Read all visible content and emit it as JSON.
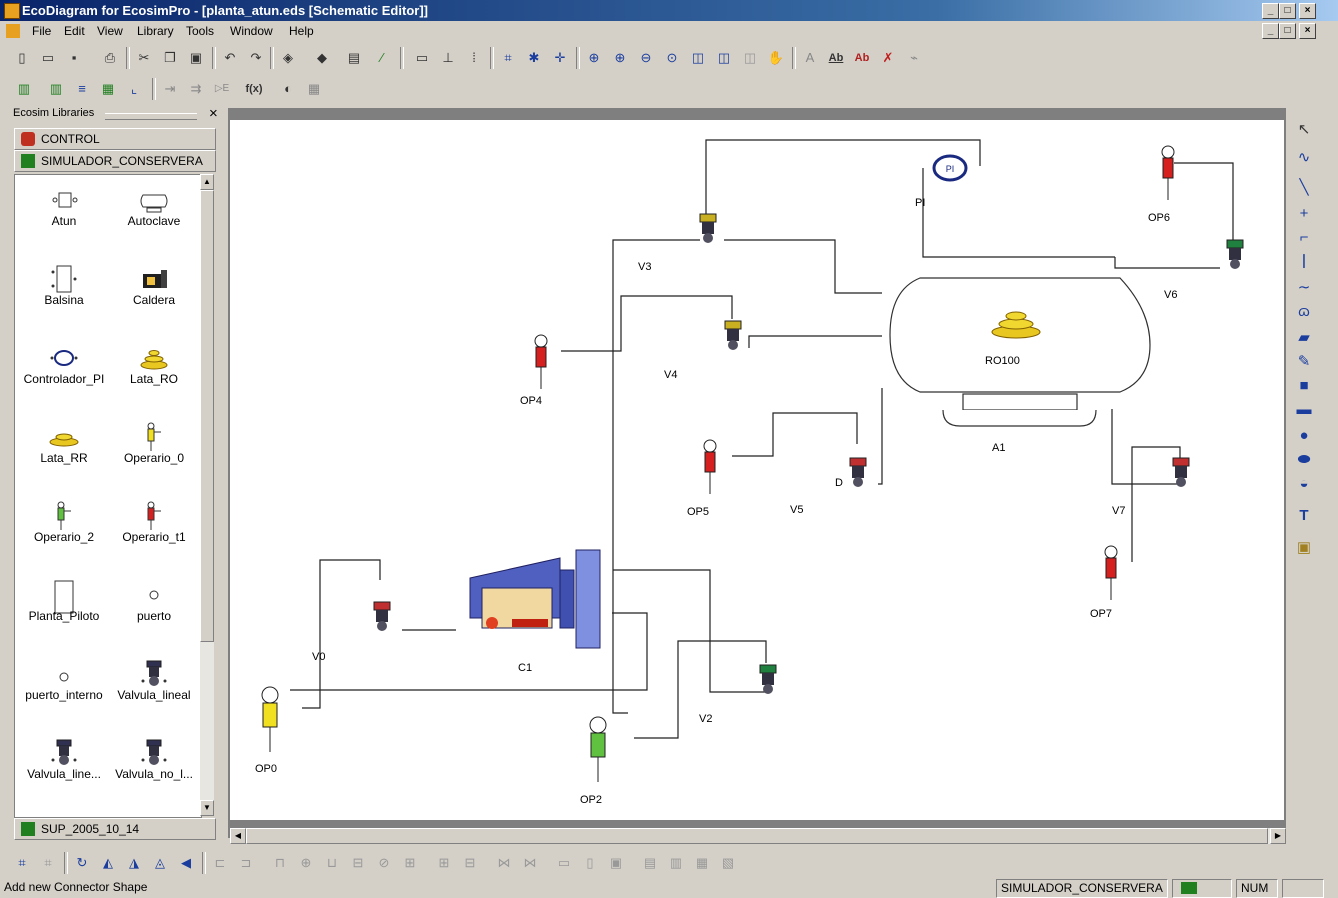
{
  "window": {
    "title": "EcoDiagram for EcosimPro - [planta_atun.eds [Schematic Editor]]",
    "min_glyph": "_",
    "max_glyph": "□",
    "close_glyph": "×"
  },
  "menu": [
    "File",
    "Edit",
    "View",
    "Library",
    "Tools",
    "Window",
    "Help"
  ],
  "library_panel": {
    "title": "Ecosim Libraries",
    "close_glyph": "×",
    "headers": [
      "CONTROL",
      "SIMULADOR_CONSERVERA"
    ],
    "footer": "SUP_2005_10_14",
    "items": [
      {
        "name": "Atun",
        "icon": "port-box-icon"
      },
      {
        "name": "Autoclave",
        "icon": "autoclave-icon"
      },
      {
        "name": "Balsina",
        "icon": "tank-icon"
      },
      {
        "name": "Caldera",
        "icon": "boiler-icon"
      },
      {
        "name": "Controlador_PI",
        "icon": "pi-controller-icon"
      },
      {
        "name": "Lata_RO",
        "icon": "cans-icon"
      },
      {
        "name": "Lata_RR",
        "icon": "cans-flat-icon"
      },
      {
        "name": "Operario_0",
        "icon": "operator-yellow-icon"
      },
      {
        "name": "Operario_2",
        "icon": "operator-green-icon"
      },
      {
        "name": "Operario_t1",
        "icon": "operator-red-icon"
      },
      {
        "name": "Planta_Piloto",
        "icon": "plant-box-icon"
      },
      {
        "name": "puerto",
        "icon": "port-icon"
      },
      {
        "name": "puerto_interno",
        "icon": "internal-port-icon"
      },
      {
        "name": "Valvula_lineal",
        "icon": "valve-icon"
      },
      {
        "name": "Valvula_line...",
        "icon": "valve-icon"
      },
      {
        "name": "Valvula_no_l...",
        "icon": "valve-icon"
      }
    ]
  },
  "diagram": {
    "labels": {
      "pi": "PI",
      "pi_name": "PI",
      "op6": "OP6",
      "v3": "V3",
      "v6": "V6",
      "ro100": "RO100",
      "op4": "OP4",
      "v4": "V4",
      "a1": "A1",
      "op5": "OP5",
      "v5": "V5",
      "d": "D",
      "v7": "V7",
      "op7": "OP7",
      "v0": "V0",
      "c1": "C1",
      "v2": "V2",
      "op0": "OP0",
      "op2": "OP2"
    }
  },
  "status": {
    "message": "Add new Connector Shape",
    "library": "SIMULADOR_CONSERVERA",
    "num": "NUM"
  },
  "colors": {
    "title_start": "#0a246a",
    "operator_red": "#d62020",
    "operator_yellow": "#f0e020",
    "operator_green": "#60c040",
    "valve_dark": "#303040",
    "pi_ring": "#1a2a80",
    "boiler_blue": "#5060c0"
  }
}
